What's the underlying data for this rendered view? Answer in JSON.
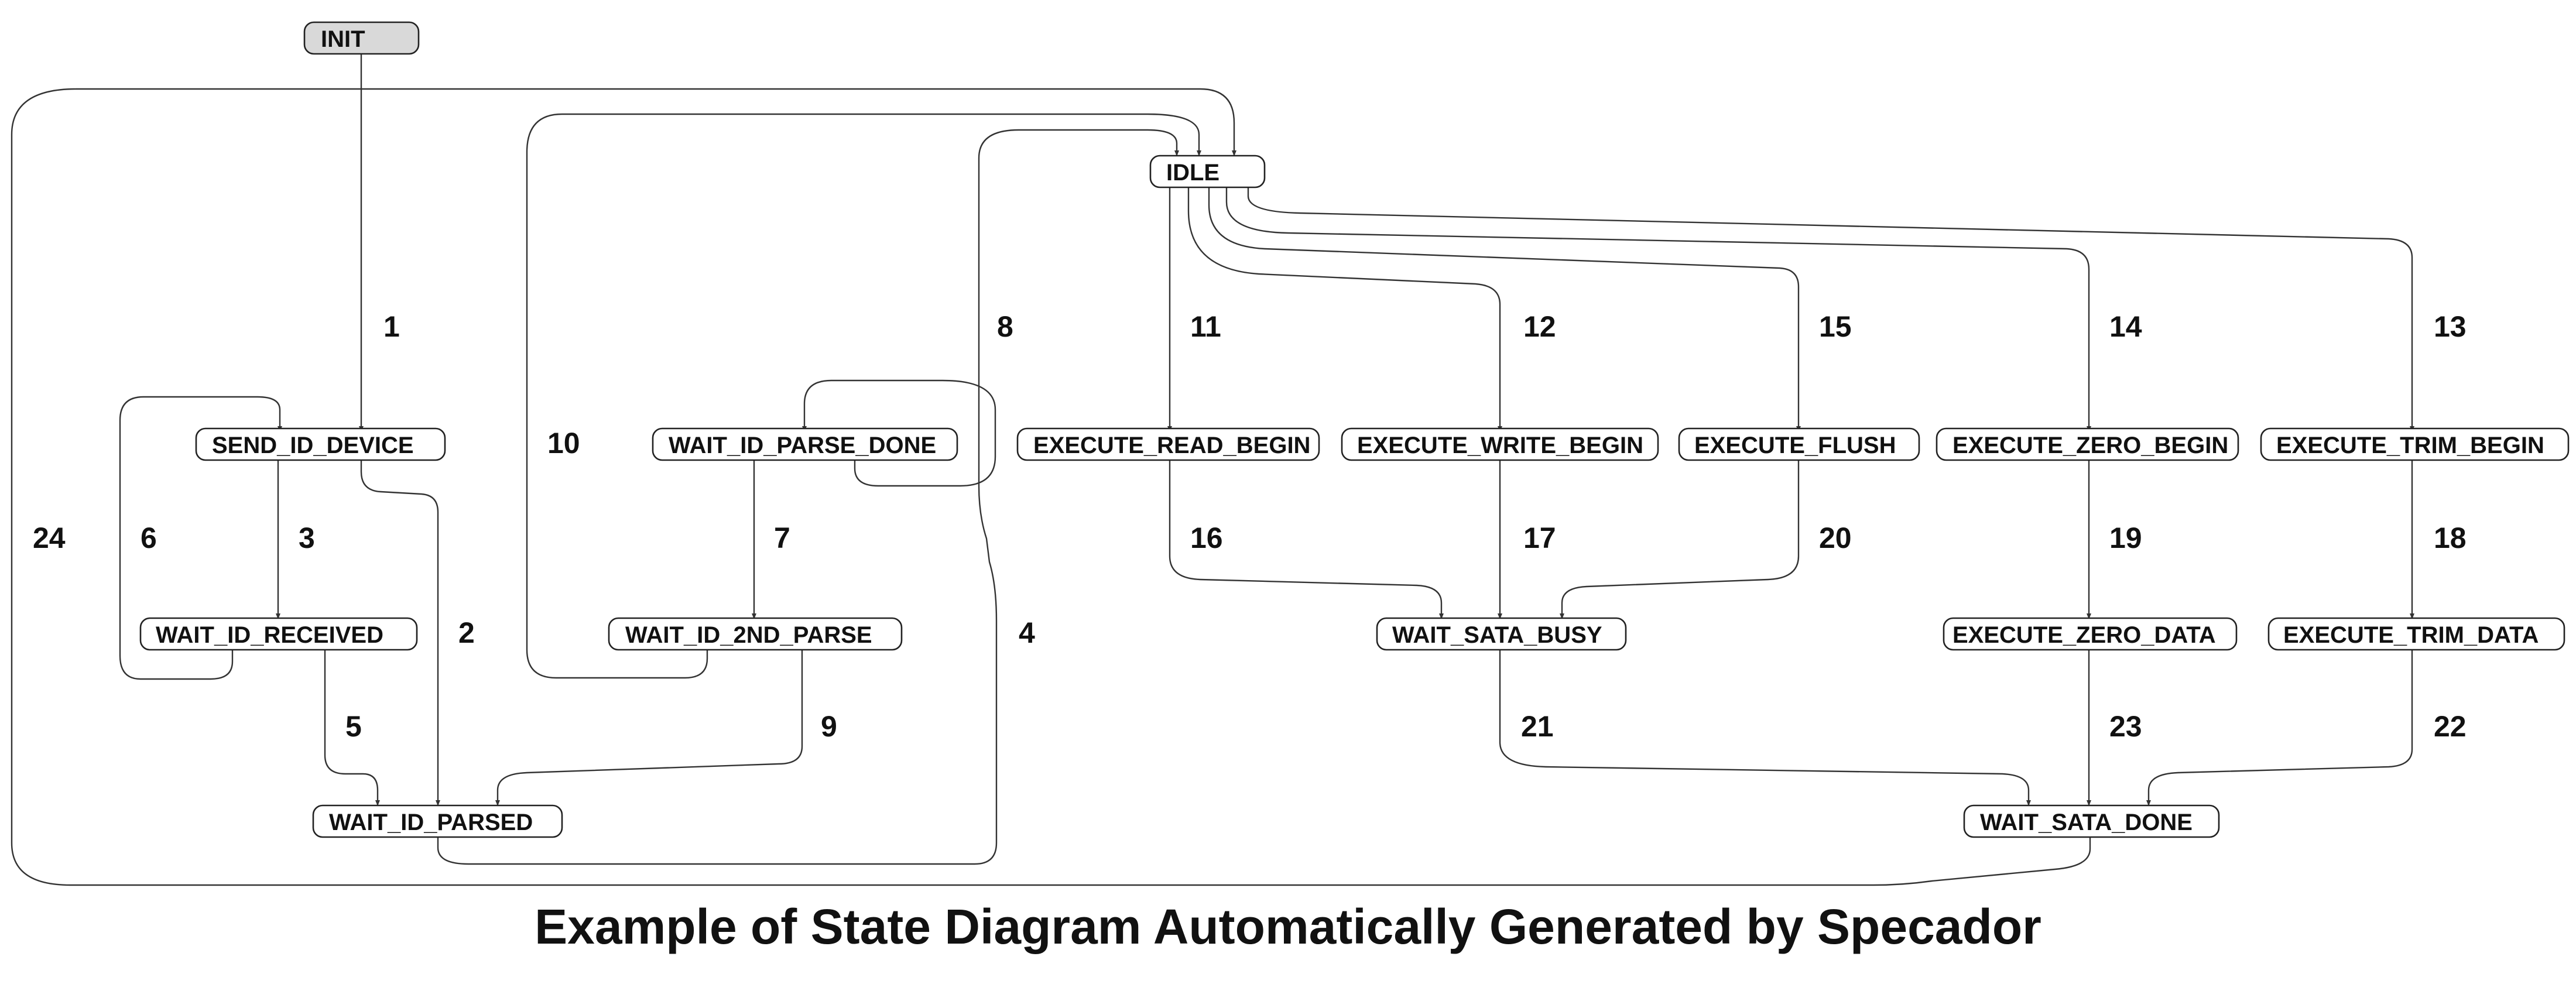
{
  "caption": "Example of State Diagram Automatically Generated by Specador",
  "states": {
    "init": "INIT",
    "idle": "IDLE",
    "send_id_device": "SEND_ID_DEVICE",
    "wait_id_received": "WAIT_ID_RECEIVED",
    "wait_id_parsed": "WAIT_ID_PARSED",
    "wait_id_parse_done": "WAIT_ID_PARSE_DONE",
    "wait_id_2nd_parse": "WAIT_ID_2ND_PARSE",
    "execute_read_begin": "EXECUTE_READ_BEGIN",
    "execute_write_begin": "EXECUTE_WRITE_BEGIN",
    "execute_flush": "EXECUTE_FLUSH",
    "execute_zero_begin": "EXECUTE_ZERO_BEGIN",
    "execute_trim_begin": "EXECUTE_TRIM_BEGIN",
    "wait_sata_busy": "WAIT_SATA_BUSY",
    "execute_zero_data": "EXECUTE_ZERO_DATA",
    "execute_trim_data": "EXECUTE_TRIM_DATA",
    "wait_sata_done": "WAIT_SATA_DONE"
  },
  "transitions": {
    "t1": "1",
    "t2": "2",
    "t3": "3",
    "t4": "4",
    "t5": "5",
    "t6": "6",
    "t7": "7",
    "t8": "8",
    "t9": "9",
    "t10": "10",
    "t11": "11",
    "t12": "12",
    "t13": "13",
    "t14": "14",
    "t15": "15",
    "t16": "16",
    "t17": "17",
    "t18": "18",
    "t19": "19",
    "t20": "20",
    "t21": "21",
    "t22": "22",
    "t23": "23",
    "t24": "24"
  },
  "colors": {
    "init_fill": "#d9d9d9",
    "node_fill": "#ffffff",
    "stroke": "#222222"
  }
}
